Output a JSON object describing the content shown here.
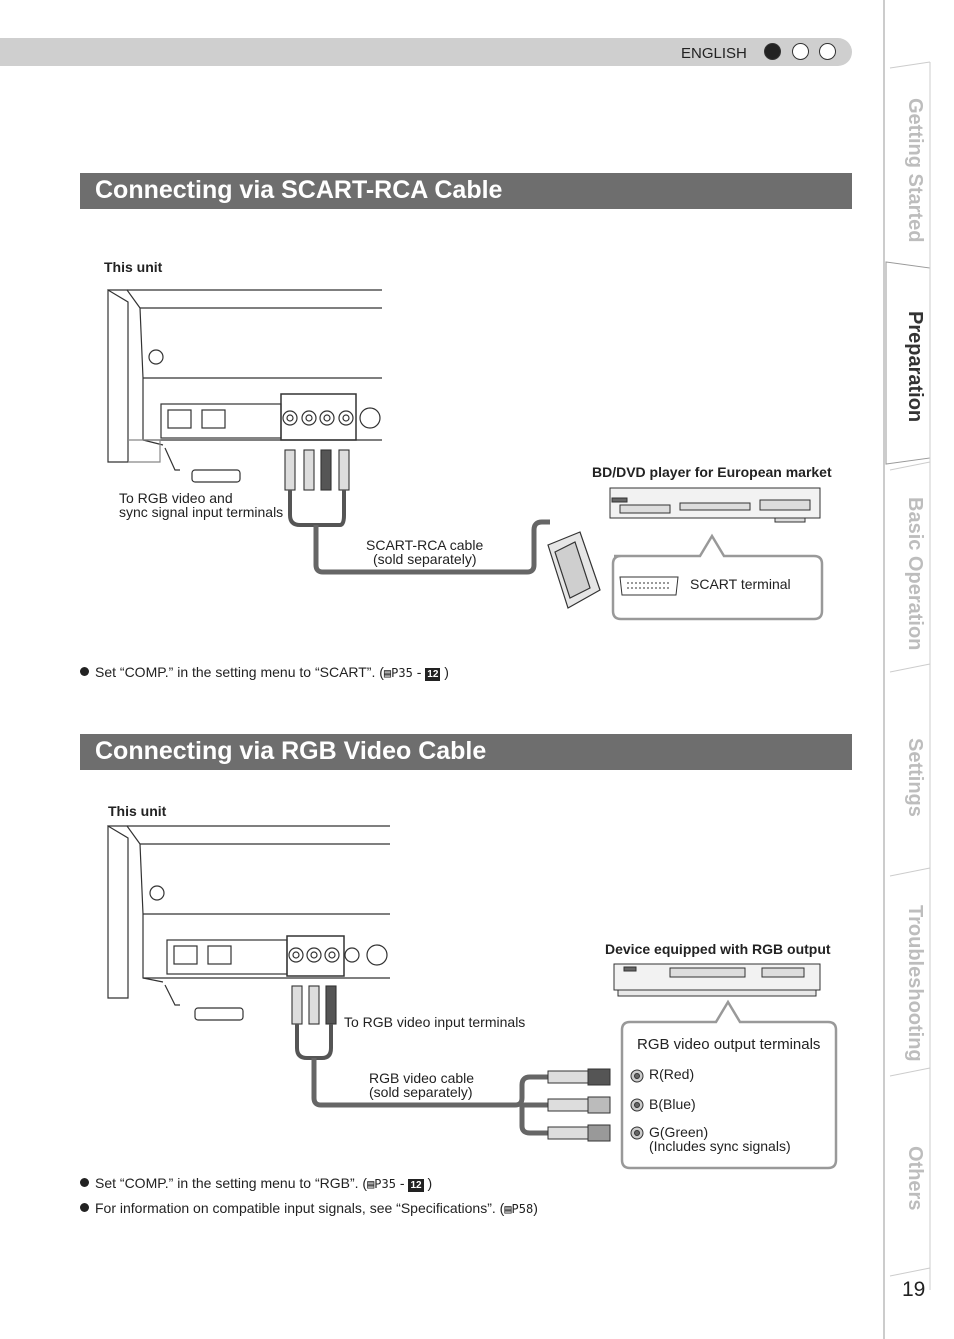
{
  "header": {
    "language": "ENGLISH"
  },
  "side_tabs": [
    {
      "label": "Getting Started",
      "active": false
    },
    {
      "label": "Preparation",
      "active": true
    },
    {
      "label": "Basic Operation",
      "active": false
    },
    {
      "label": "Settings",
      "active": false
    },
    {
      "label": "Troubleshooting",
      "active": false
    },
    {
      "label": "Others",
      "active": false
    }
  ],
  "page_number": "19",
  "scart": {
    "title": "Connecting via SCART-RCA Cable",
    "this_unit": "This unit",
    "input_label_1": "To RGB video and",
    "input_label_2": "sync signal input terminals",
    "cable_1": "SCART-RCA cable",
    "cable_2": "(sold separately)",
    "device": "BD/DVD player for European market",
    "terminal": "SCART terminal",
    "note": {
      "text": "Set “COMP.” in the setting menu to “SCART”. (",
      "ref": "P35",
      "dash": " - ",
      "step": "12",
      "close": " )"
    }
  },
  "rgb": {
    "title": "Connecting via RGB Video Cable",
    "this_unit": "This unit",
    "input_label": "To RGB video input terminals",
    "cable_1": "RGB video cable",
    "cable_2": "(sold separately)",
    "device": "Device equipped with RGB output",
    "output_title": "RGB video output terminals",
    "red": "R(Red)",
    "blue": "B(Blue)",
    "green_1": "G(Green)",
    "green_2": "(Includes sync signals)",
    "note_1": {
      "text": "Set “COMP.” in the setting menu to “RGB”. (",
      "ref": "P35",
      "dash": " - ",
      "step": "12",
      "close": " )"
    },
    "note_2": {
      "text": "For information on compatible input signals, see “Specifications”. (",
      "ref": "P58",
      "close": ")"
    }
  }
}
